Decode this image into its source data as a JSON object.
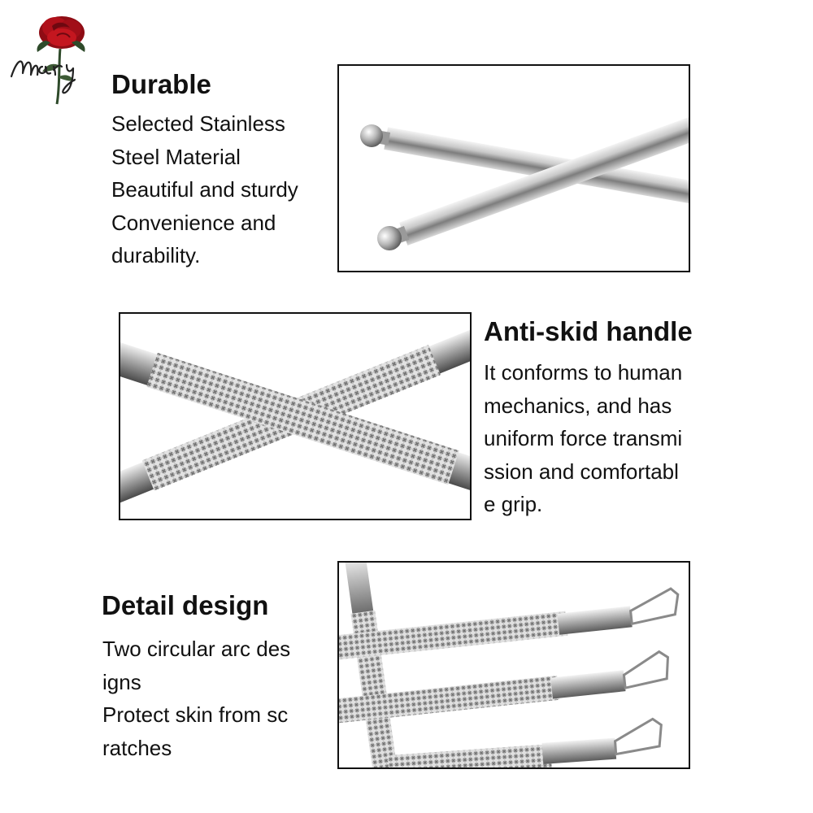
{
  "brand": {
    "logo_text": "Mary",
    "colors": {
      "rose": "#b0101a",
      "stem": "#2e4a2a",
      "ink": "#222222"
    }
  },
  "sections": [
    {
      "title": "Durable",
      "lines": [
        "Selected Stainless",
        "Steel Material",
        "Beautiful and sturdy",
        "Convenience and",
        "durability."
      ],
      "image_icon": "crossed-ball-tip-rods"
    },
    {
      "title": "Anti-skid handle",
      "lines": [
        "It conforms to human",
        "mechanics, and has",
        "uniform force transmi",
        "ssion and comfortabl",
        "e grip."
      ],
      "image_icon": "crossed-knurled-handles"
    },
    {
      "title": "Detail design",
      "lines": [
        "Two circular arc des",
        "igns",
        "Protect skin from sc",
        "ratches"
      ],
      "image_icon": "loop-tip-tools"
    }
  ]
}
